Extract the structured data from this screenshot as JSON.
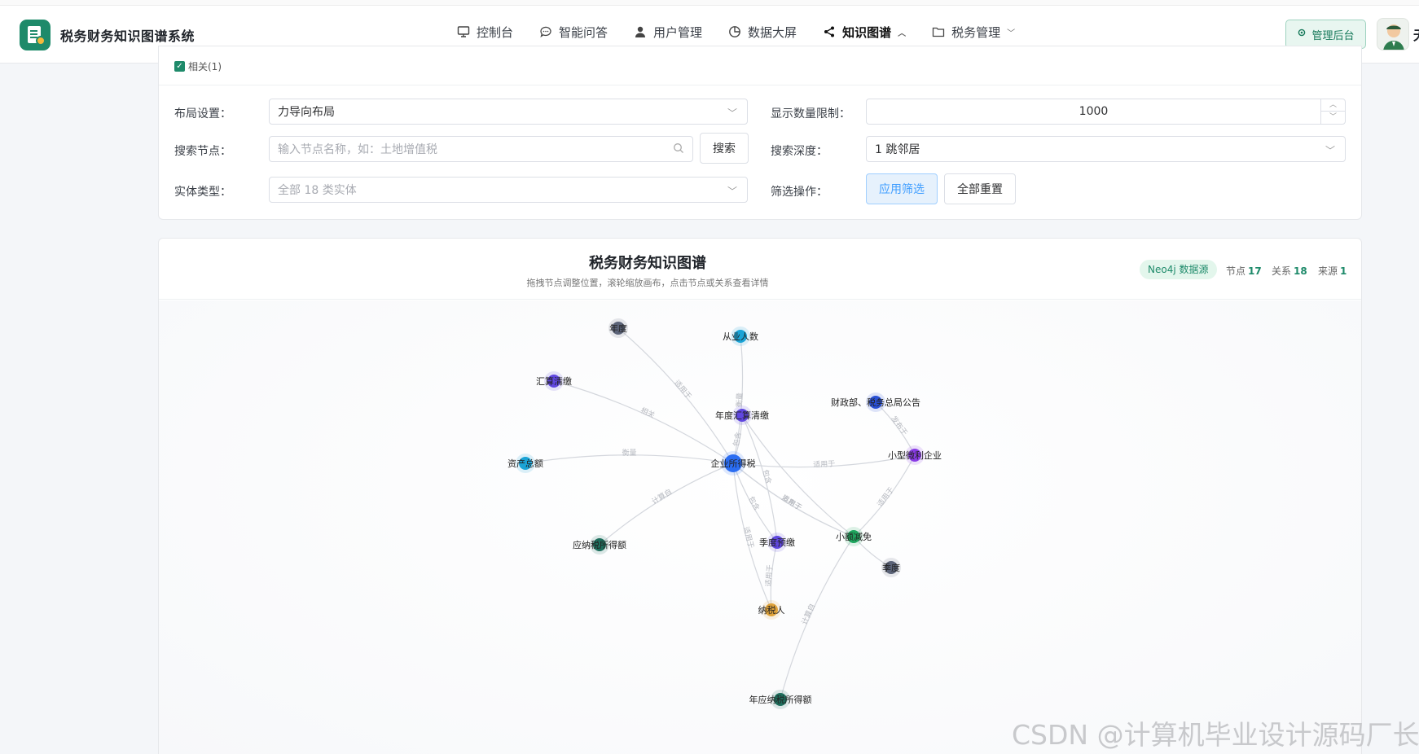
{
  "app": {
    "title": "税务财务知识图谱系统"
  },
  "nav": {
    "items": [
      {
        "label": "控制台",
        "icon": "monitor-icon"
      },
      {
        "label": "智能问答",
        "icon": "chat-icon"
      },
      {
        "label": "用户管理",
        "icon": "user-icon"
      },
      {
        "label": "数据大屏",
        "icon": "clock-chart-icon"
      },
      {
        "label": "知识图谱",
        "icon": "share-graph-icon",
        "active": true,
        "caret": "up"
      },
      {
        "label": "税务管理",
        "icon": "folder-icon",
        "caret": "down"
      }
    ],
    "admin_label": "管理后台",
    "user_initial": "无"
  },
  "filters": {
    "related_label": "相关(1)",
    "layout_label": "布局设置：",
    "layout_value": "力导向布局",
    "limit_label": "显示数量限制：",
    "limit_value": "1000",
    "search_label": "搜索节点：",
    "search_placeholder": "输入节点名称，如：土地增值税",
    "search_button": "搜索",
    "depth_label": "搜索深度：",
    "depth_value": "1 跳邻居",
    "entity_label": "实体类型：",
    "entity_placeholder": "全部 18 类实体",
    "filter_ops_label": "筛选操作：",
    "apply_button": "应用筛选",
    "reset_button": "全部重置"
  },
  "graph": {
    "title": "税务财务知识图谱",
    "subtitle": "拖拽节点调整位置，滚轮缩放画布，点击节点或关系查看详情",
    "badge": "Neo4j 数据源",
    "stats": {
      "nodes_label": "节点",
      "nodes": "17",
      "rels_label": "关系",
      "rels": "18",
      "source_label": "来源",
      "source": "1"
    },
    "nodes": [
      {
        "id": "center",
        "label": "企业所得税",
        "color": "#2b6df2"
      },
      {
        "id": "n1",
        "label": "年度",
        "color": "#5b6378"
      },
      {
        "id": "n2",
        "label": "从业人数",
        "color": "#1aa3d6"
      },
      {
        "id": "n3",
        "label": "汇算清缴",
        "color": "#6047e0"
      },
      {
        "id": "n4",
        "label": "年度汇算清缴",
        "color": "#6047e0"
      },
      {
        "id": "n5",
        "label": "财政部、税务总局公告",
        "color": "#2a51d6"
      },
      {
        "id": "n6",
        "label": "资产总额",
        "color": "#1aa3d6"
      },
      {
        "id": "n7",
        "label": "小型微利企业",
        "color": "#8a3ce6"
      },
      {
        "id": "n8",
        "label": "应纳税所得额",
        "color": "#1d6e5c"
      },
      {
        "id": "n9",
        "label": "季度预缴",
        "color": "#6047e0"
      },
      {
        "id": "n10",
        "label": "小额减免",
        "color": "#1fa65e"
      },
      {
        "id": "n11",
        "label": "季度",
        "color": "#5b6378"
      },
      {
        "id": "n12",
        "label": "纳税人",
        "color": "#e0a33a"
      },
      {
        "id": "n13",
        "label": "年应纳税所得额",
        "color": "#1d6e5c"
      }
    ],
    "edges": [
      {
        "from": "center",
        "to": "n1",
        "label": "适用于"
      },
      {
        "from": "center",
        "to": "n2",
        "label": "衡量"
      },
      {
        "from": "center",
        "to": "n3",
        "label": "相关"
      },
      {
        "from": "center",
        "to": "n4",
        "label": "包含"
      },
      {
        "from": "center",
        "to": "n6",
        "label": "衡量"
      },
      {
        "from": "center",
        "to": "n7",
        "label": "适用于"
      },
      {
        "from": "center",
        "to": "n8",
        "label": "计算自"
      },
      {
        "from": "center",
        "to": "n9",
        "label": "包含"
      },
      {
        "from": "center",
        "to": "n10",
        "label": "发布于"
      },
      {
        "from": "center",
        "to": "n12",
        "label": "适用于"
      },
      {
        "from": "n7",
        "to": "n5",
        "label": "发布于"
      },
      {
        "from": "n10",
        "to": "n7",
        "label": "适用于"
      },
      {
        "from": "n10",
        "to": "n11",
        "label": ""
      },
      {
        "from": "n10",
        "to": "n13",
        "label": "计算自"
      },
      {
        "from": "n9",
        "to": "n4",
        "label": "包含"
      },
      {
        "from": "center",
        "to": "n10",
        "label": "适用于"
      },
      {
        "from": "n9",
        "to": "n12",
        "label": "适用于"
      },
      {
        "from": "n4",
        "to": "n10",
        "label": ""
      }
    ]
  },
  "watermark": "CSDN @计算机毕业设计源码厂长"
}
